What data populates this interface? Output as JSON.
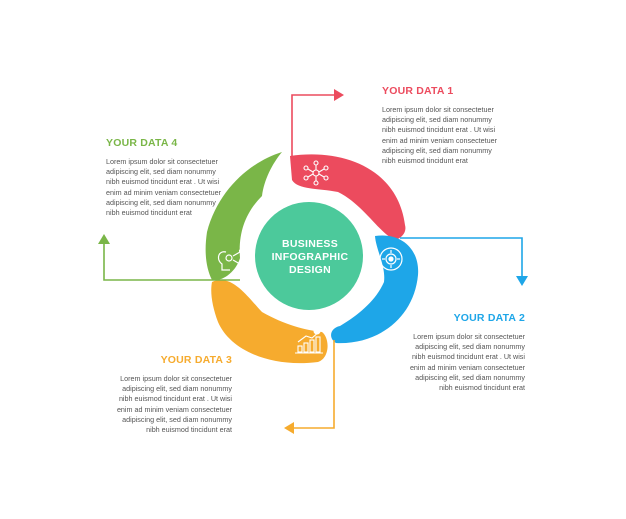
{
  "center": {
    "line1": "BUSINESS",
    "line2": "INFOGRAPHIC",
    "line3": "DESIGN",
    "color": "#4cc99b"
  },
  "segments": [
    {
      "title": "YOUR DATA 1",
      "text": "Lorem ipsum dolor sit  consectetuer\nadipiscing elit, sed diam nonummy\nnibh euismod tincidunt erat . Ut wisi\nenim ad minim veniam consectetuer\nadipiscing elit, sed diam nonummy\nnibh euismod tincidunt erat",
      "color": "#ec4b5e",
      "icon": "network-icon"
    },
    {
      "title": "YOUR DATA 2",
      "text": "Lorem ipsum dolor sit  consectetuer\nadipiscing elit, sed diam nonummy\nnibh euismod tincidunt erat . Ut wisi\nenim ad minim veniam consectetuer\nadipiscing elit, sed diam nonummy\nnibh euismod tincidunt erat",
      "color": "#1ea6e8",
      "icon": "gear-cycle-icon"
    },
    {
      "title": "YOUR DATA 3",
      "text": "Lorem ipsum dolor sit  consectetuer\nadipiscing elit, sed diam nonummy\nnibh euismod tincidunt erat . Ut wisi\nenim ad minim veniam consectetuer\nadipiscing elit, sed diam nonummy\nnibh euismod tincidunt erat",
      "color": "#f6ab2e",
      "icon": "growth-chart-icon"
    },
    {
      "title": "YOUR DATA 4",
      "text": "Lorem ipsum dolor sit  consectetuer\nadipiscing elit, sed diam nonummy\nnibh euismod tincidunt erat . Ut wisi\nenim ad minim veniam consectetuer\nadipiscing elit, sed diam nonummy\nnibh euismod tincidunt erat",
      "color": "#7ab648",
      "icon": "head-gears-icon"
    }
  ]
}
